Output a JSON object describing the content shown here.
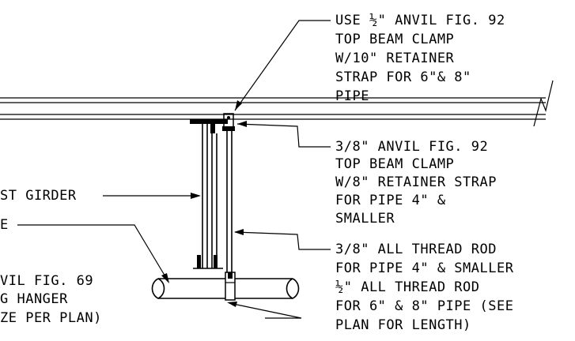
{
  "notes": {
    "top_clamp_half": [
      "USE ½\" ANVIL FIG. 92",
      "TOP BEAM CLAMP",
      "W/10\" RETAINER",
      "STRAP FOR 6\"& 8\"",
      "PIPE"
    ],
    "top_clamp_3_8": [
      "3/8\" ANVIL FIG. 92",
      "TOP BEAM CLAMP",
      "W/8\" RETAINER STRAP",
      "FOR PIPE 4\" &",
      "SMALLER"
    ],
    "all_thread_rod": [
      "3/8\" ALL THREAD ROD",
      "FOR PIPE 4\" & SMALLER",
      "½\" ALL THREAD ROD",
      "FOR 6\" & 8\" PIPE (SEE",
      "PLAN FOR LENGTH)"
    ],
    "joist_girder": "ST GIRDER",
    "pipe": "E",
    "ring_hanger": [
      "VIL FIG. 69",
      "G HANGER",
      "ZE PER PLAN)"
    ]
  }
}
